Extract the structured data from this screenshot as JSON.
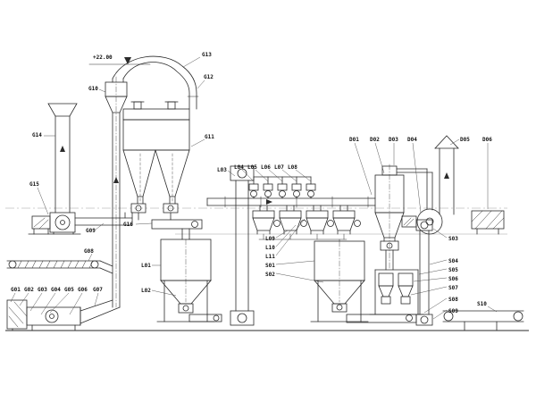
{
  "diagram": {
    "background": "#ffffff",
    "line_color": "#2a2a2a",
    "elevation_marker": "+22.00",
    "labels": {
      "g01": "G01",
      "g02": "G02",
      "g03": "G03",
      "g04": "G04",
      "g05": "G05",
      "g06": "G06",
      "g07": "G07",
      "g08": "G08",
      "g09": "G09",
      "g10": "G10",
      "g11": "G11",
      "g12": "G12",
      "g13": "G13",
      "g14": "G14",
      "g15": "G15",
      "g16": "G16",
      "l01": "L01",
      "l02": "L02",
      "l03": "L03",
      "l04": "L04",
      "l05": "L05",
      "l06": "L06",
      "l07": "L07",
      "l08": "L08",
      "l09": "L09",
      "l10": "L10",
      "l11": "L11",
      "s01": "S01",
      "s02": "S02",
      "s03": "S03",
      "s04": "S04",
      "s05": "S05",
      "s06": "S06",
      "s07": "S07",
      "s08": "S08",
      "s09": "S09",
      "s10": "S10",
      "d01": "D01",
      "d02": "D02",
      "d03": "D03",
      "d04": "D04",
      "d05": "D05",
      "d06": "D06"
    }
  }
}
